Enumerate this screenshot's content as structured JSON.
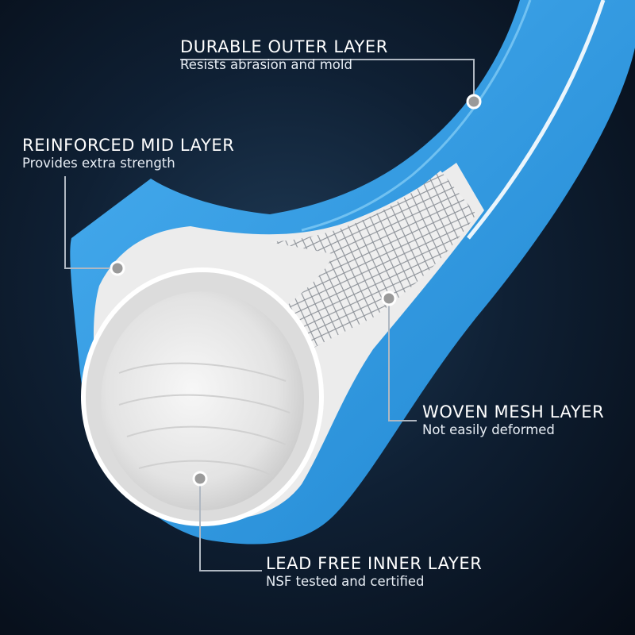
{
  "callouts": {
    "outer": {
      "title": "DURABLE OUTER LAYER",
      "subtitle": "Resists abrasion and mold"
    },
    "mid": {
      "title": "REINFORCED MID LAYER",
      "subtitle": "Provides extra strength"
    },
    "mesh": {
      "title": "WOVEN MESH LAYER",
      "subtitle": "Not easily deformed"
    },
    "inner": {
      "title": "LEAD FREE INNER LAYER",
      "subtitle": "NSF tested and certified"
    }
  },
  "colors": {
    "hose_outer": "#2f9ae0",
    "hose_edge": "#6cc3f5",
    "mid_layer": "#ececec",
    "mesh": "#d9d9d9",
    "inner_tube": "#f2f2f2",
    "leader": "#b0b8c2",
    "dot": "#9a9a9a"
  }
}
